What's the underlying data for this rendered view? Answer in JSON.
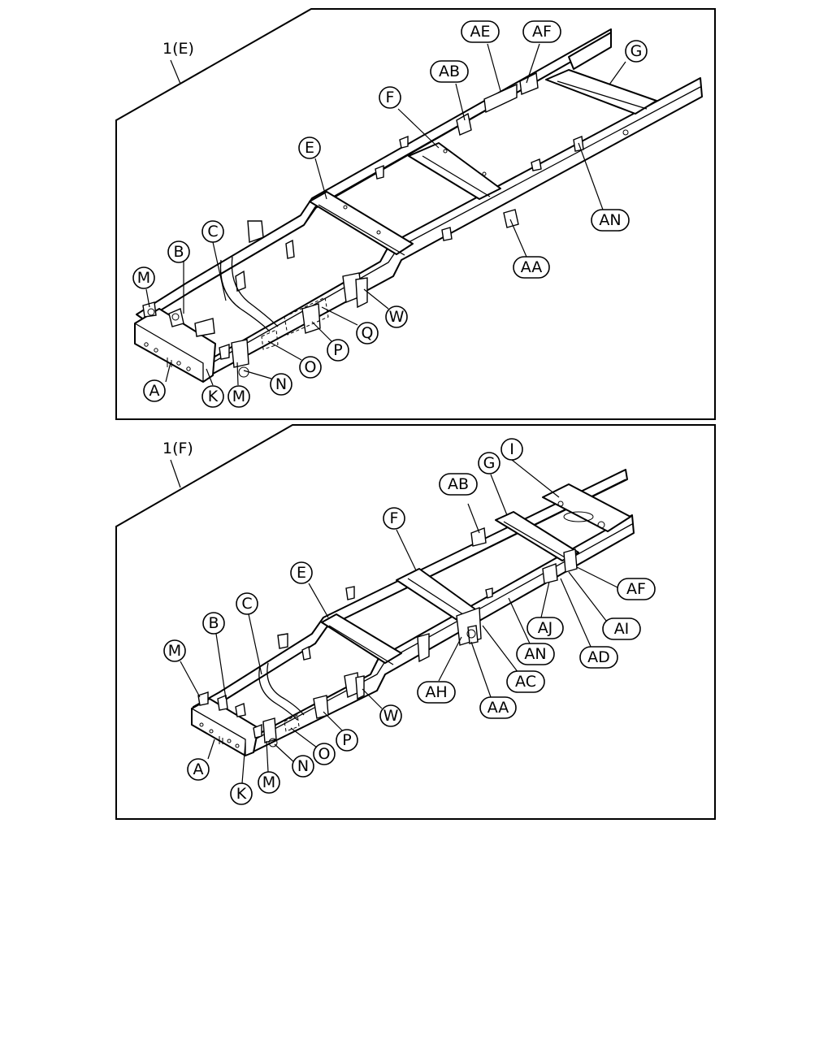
{
  "panels": [
    {
      "title": "1(E)",
      "callouts": [
        "A",
        "B",
        "C",
        "E",
        "F",
        "G",
        "K",
        "M",
        "M",
        "N",
        "O",
        "P",
        "Q",
        "W",
        "AA",
        "AB",
        "AE",
        "AF",
        "AN"
      ]
    },
    {
      "title": "1(F)",
      "callouts": [
        "A",
        "B",
        "C",
        "E",
        "F",
        "G",
        "I",
        "K",
        "M",
        "M",
        "N",
        "O",
        "P",
        "W",
        "AA",
        "AB",
        "AC",
        "AD",
        "AF",
        "AH",
        "AI",
        "AJ",
        "AN"
      ]
    }
  ]
}
